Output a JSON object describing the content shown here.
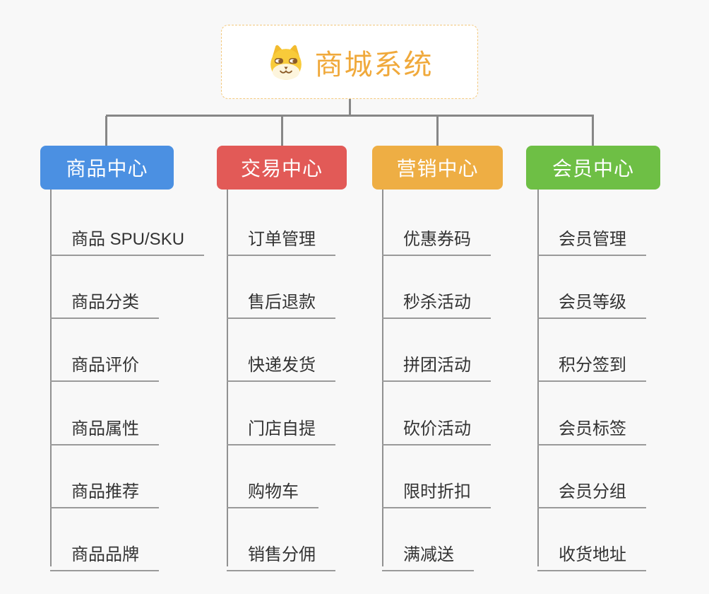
{
  "canvas": {
    "background": "#f8f8f8",
    "connector_color": "#878787",
    "underline_color": "#9a9a9a"
  },
  "root": {
    "label": "商城系统",
    "icon": "shiba-dog-icon",
    "text_color": "#f0a93b",
    "border_color": "#f3c87c"
  },
  "branches": [
    {
      "label": "商品中心",
      "color": "#4b90e2",
      "items": [
        "商品 SPU/SKU",
        "商品分类",
        "商品评价",
        "商品属性",
        "商品推荐",
        "商品品牌"
      ]
    },
    {
      "label": "交易中心",
      "color": "#e25a57",
      "items": [
        "订单管理",
        "售后退款",
        "快递发货",
        "门店自提",
        "购物车",
        "销售分佣"
      ]
    },
    {
      "label": "营销中心",
      "color": "#eeae44",
      "items": [
        "优惠券码",
        "秒杀活动",
        "拼团活动",
        "砍价活动",
        "限时折扣",
        "满减送"
      ]
    },
    {
      "label": "会员中心",
      "color": "#6ebf45",
      "items": [
        "会员管理",
        "会员等级",
        "积分签到",
        "会员标签",
        "会员分组",
        "收货地址"
      ]
    }
  ]
}
